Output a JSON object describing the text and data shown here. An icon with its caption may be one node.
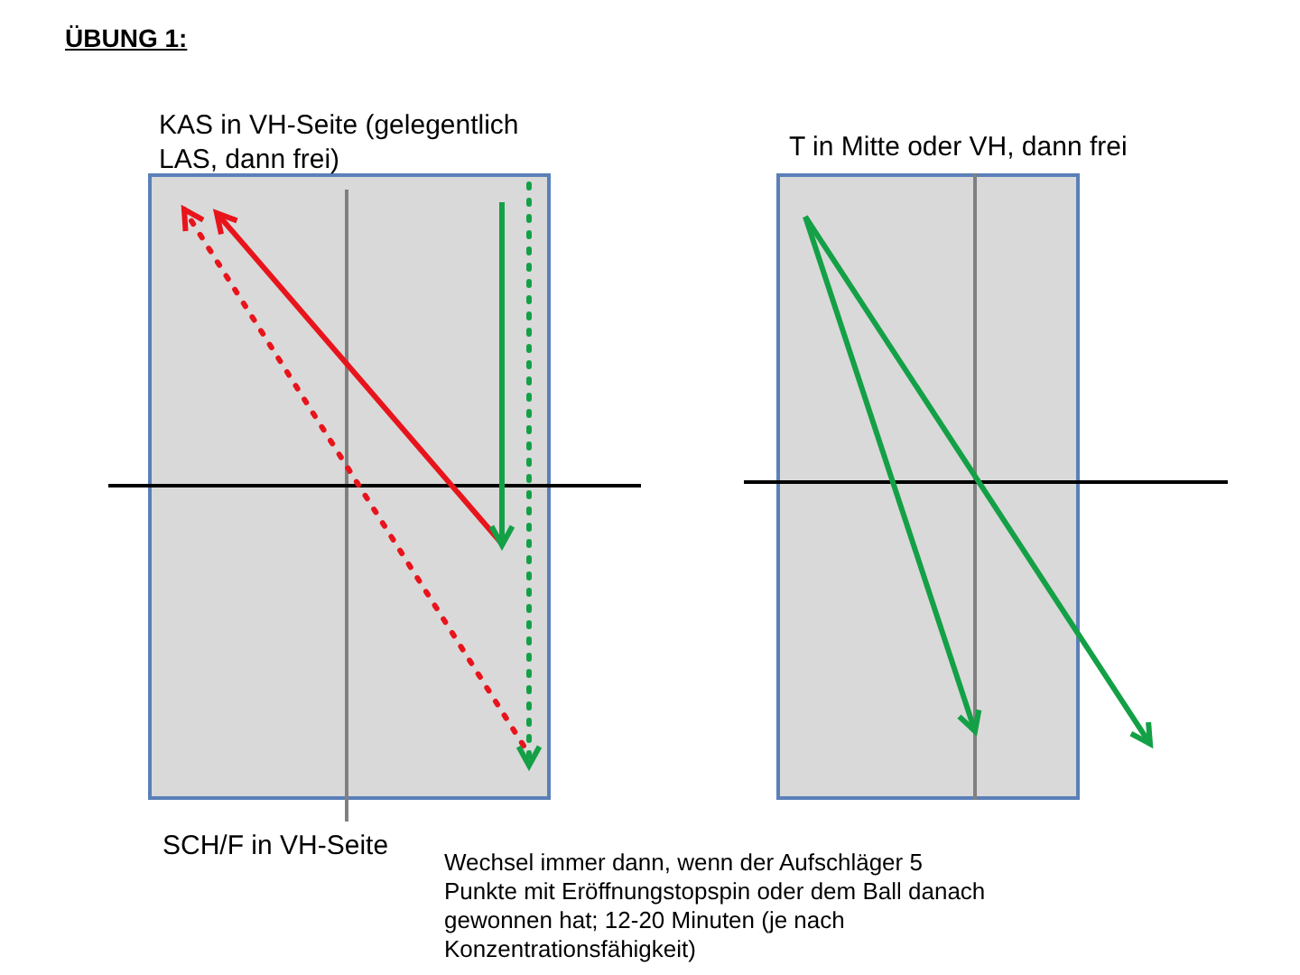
{
  "diagram": {
    "title": "ÜBUNG 1:",
    "nodes": [
      {
        "text": [
          "KAS in VH-Seite (gelegentlich LAS, dann frei)"
        ],
        "beside": [
          "SCH/F in VH-Seite"
        ]
      },
      {
        "text": [
          "T in Mitte oder VH, dann frei"
        ]
      }
    ],
    "labels": [
      "Wechsel immer dann, wenn der Aufschläger 5 Punkte mit Eröffnungstopspin oder dem Ball danach gewonnen hat; 12-20 Minuten (je nach Konzentrationsfähigkeit)"
    ]
  }
}
